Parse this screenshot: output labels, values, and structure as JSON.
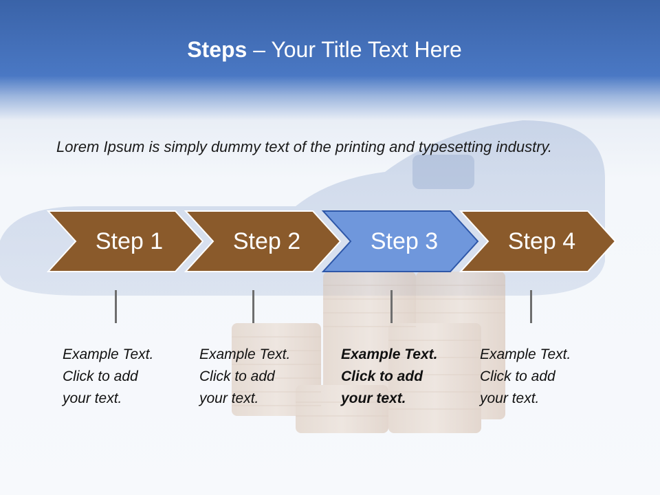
{
  "title": {
    "bold": "Steps",
    "rest": " – Your Title Text Here"
  },
  "intro": "Lorem Ipsum is simply dummy text of the printing and typesetting industry.",
  "colors": {
    "step": "#8a5a2b",
    "step_active": "#6f97dc",
    "header": "#4a78c4"
  },
  "steps": [
    {
      "label": "Step 1",
      "desc": [
        "Example Text.",
        "Click  to add",
        "your text."
      ],
      "active": false
    },
    {
      "label": "Step 2",
      "desc": [
        "Example Text.",
        "Click  to add",
        "your text."
      ],
      "active": false
    },
    {
      "label": "Step 3",
      "desc": [
        "Example Text.",
        "Click  to add",
        "your text."
      ],
      "active": true
    },
    {
      "label": "Step 4",
      "desc": [
        "Example Text.",
        "Click  to add",
        "your text."
      ],
      "active": false
    }
  ]
}
